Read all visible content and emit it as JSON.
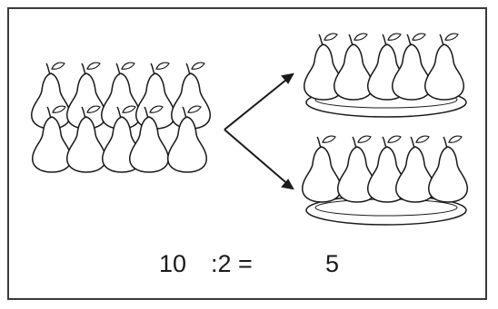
{
  "equation": {
    "dividend": "10",
    "operator_divisor_equals": ":2 =",
    "result": "5"
  },
  "groups": {
    "total_pears": 10,
    "plates": 2,
    "pears_per_plate": 5
  },
  "colors": {
    "line": "#1a1a1a",
    "fill": "#ffffff",
    "border": "#3a3a3a"
  },
  "icons": [
    "pear-icon",
    "plate-icon",
    "arrow-icon"
  ]
}
